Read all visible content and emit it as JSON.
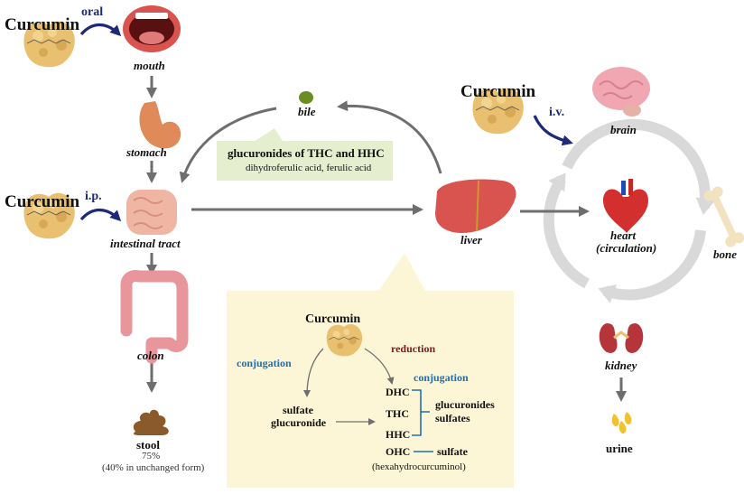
{
  "labels": {
    "curcumin": "Curcumin",
    "oral": "oral",
    "ip": "i.p.",
    "iv": "i.v.",
    "mouth": "mouth",
    "stomach": "stomach",
    "intestinal_tract": "intestinal tract",
    "colon": "colon",
    "stool": "stool",
    "stool_pct": "75%",
    "stool_note": "(40% in unchanged form)",
    "bile": "bile",
    "liver": "liver",
    "brain": "brain",
    "heart": "heart",
    "circulation": "(circulation)",
    "bone": "bone",
    "kidney": "kidney",
    "urine": "urine"
  },
  "bile_box": {
    "title": "glucuronides of THC and HHC",
    "subtitle": "dihydroferulic acid, ferulic acid"
  },
  "metabolism": {
    "title": "Curcumin",
    "conjugation_left": "conjugation",
    "reduction": "reduction",
    "conjugation_right": "conjugation",
    "sulfate": "sulfate",
    "glucuronide": "glucuronide",
    "dhc": "DHC",
    "thc": "THC",
    "hhc": "HHC",
    "ohc": "OHC",
    "glucuronides": "glucuronides",
    "sulfates": "sulfates",
    "sulfate_right": "sulfate",
    "ohc_note": "(hexahydrocurcuminol)"
  },
  "colors": {
    "curcumin_powder": "#e9c06f",
    "route_arrow": "#1e2a78",
    "gray_arrow": "#707070",
    "circulation_ring": "#d9d9d9",
    "metabolism_box": "#fdf6d6",
    "bile_box": "#e5efd0",
    "blue_text": "#1f6fb5",
    "maroon_text": "#7b1e24"
  },
  "icons": [
    "curcumin-powder-icon",
    "mouth-icon",
    "stomach-icon",
    "intestine-icon",
    "colon-icon",
    "stool-icon",
    "bile-drop-icon",
    "liver-icon",
    "brain-icon",
    "heart-icon",
    "bone-icon",
    "kidney-icon",
    "urine-drops-icon"
  ]
}
